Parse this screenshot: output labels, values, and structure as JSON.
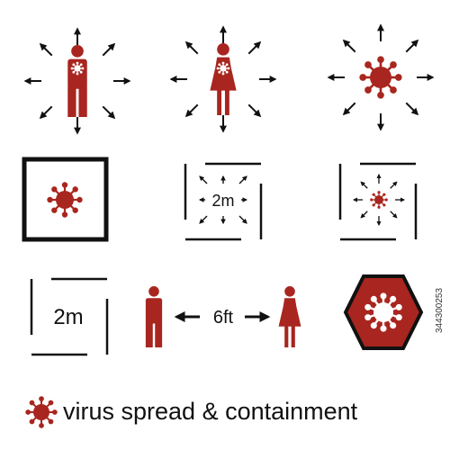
{
  "colors": {
    "virus_red": "#a8261f",
    "ink": "#111111",
    "background": "#ffffff"
  },
  "icons": [
    "man-spreading-virus-icon",
    "woman-spreading-virus-icon",
    "virus-spreading-icon",
    "virus-quarantine-frame-icon",
    "two-meter-distance-frame-icon",
    "virus-contained-frame-icon",
    "two-meter-box-icon",
    "six-feet-distance-icon",
    "virus-hexagon-sign-icon",
    "virus-legend-icon"
  ],
  "labels": {
    "distance_meters_small": "2m",
    "distance_meters_big": "2m",
    "distance_feet": "6ft",
    "caption": "virus spread & containment"
  },
  "watermark": {
    "stock_id": "344300253"
  }
}
